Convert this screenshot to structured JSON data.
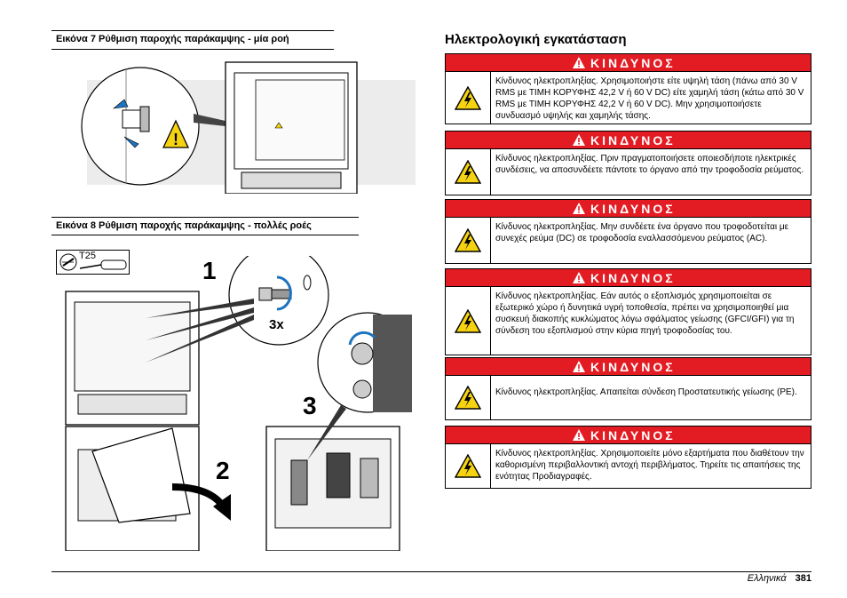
{
  "figure7": {
    "title": "Εικόνα 7  Ρύθμιση παροχής παράκαμψης - μία ροή"
  },
  "figure8": {
    "title": "Εικόνα 8  Ρύθμιση παροχής παράκαμψης - πολλές ροές",
    "tool_label": "T25",
    "step1": "1",
    "step2": "2",
    "step3": "3",
    "repeat": "3x"
  },
  "section": {
    "title": "Ηλεκτρολογική εγκατάσταση"
  },
  "warnings": [
    {
      "heading": "ΚΙΝΔΥΝΟΣ",
      "text": "Κίνδυνος ηλεκτροπληξίας. Χρησιμοποιήστε είτε υψηλή τάση (πάνω από 30 V RMS με ΤΙΜΗ ΚΟΡΥΦΗΣ 42,2 V ή 60 V DC) είτε χαμηλή τάση (κάτω από 30 V RMS με ΤΙΜΗ ΚΟΡΥΦΗΣ 42,2 V ή 60 V DC). Μην χρησιμοποιήσετε συνδυασμό υψηλής και χαμηλής τάσης."
    },
    {
      "heading": "ΚΙΝΔΥΝΟΣ",
      "text": "Κίνδυνος ηλεκτροπληξίας. Πριν πραγματοποιήσετε οποιεσδήποτε ηλεκτρικές συνδέσεις, να αποσυνδέετε πάντοτε το όργανο από την τροφοδοσία ρεύματος."
    },
    {
      "heading": "ΚΙΝΔΥΝΟΣ",
      "text": "Κίνδυνος ηλεκτροπληξίας. Μην συνδέετε ένα όργανο που τροφοδοτείται με συνεχές ρεύμα (DC) σε τροφοδοσία εναλλασσόμενου ρεύματος (AC)."
    },
    {
      "heading": "ΚΙΝΔΥΝΟΣ",
      "text": "Κίνδυνος ηλεκτροπληξίας. Εάν αυτός ο εξοπλισμός χρησιμοποιείται σε εξωτερικό χώρο ή δυνητικά υγρή τοποθεσία, πρέπει να χρησιμοποιηθεί μια συσκευή διακοπής κυκλώματος λόγω σφάλματος γείωσης (GFCI/GFI) για τη σύνδεση του εξοπλισμού στην κύρια πηγή τροφοδοσίας του."
    },
    {
      "heading": "ΚΙΝΔΥΝΟΣ",
      "text": "Κίνδυνος ηλεκτροπληξίας. Απαιτείται σύνδεση Προστατευτικής γείωσης (PE)."
    },
    {
      "heading": "ΚΙΝΔΥΝΟΣ",
      "text": "Κίνδυνος ηλεκτροπληξίας. Χρησιμοποιείτε μόνο εξαρτήματα που διαθέτουν την καθορισμένη περιβαλλοντική αντοχή περιβλήματος. Τηρείτε τις απαιτήσεις της ενότητας Προδιαγραφές."
    }
  ],
  "footer": {
    "language": "Ελληνικά",
    "page": "381"
  },
  "colors": {
    "danger_red": "#e31b23",
    "warning_yellow": "#f5d311"
  }
}
